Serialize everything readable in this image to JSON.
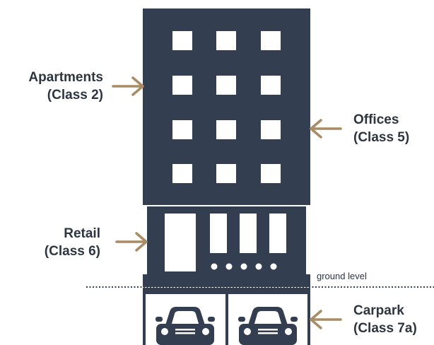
{
  "colors": {
    "building": "#333e50",
    "window": "#ffffff",
    "arrow": "#a98b64",
    "text": "#2c3540",
    "ground_line": "#333e50"
  },
  "labels": {
    "apartments": {
      "name": "Apartments",
      "class": "(Class 2)"
    },
    "offices": {
      "name": "Offices",
      "class": "(Class 5)"
    },
    "retail": {
      "name": "Retail",
      "class": "(Class 6)"
    },
    "carpark": {
      "name": "Carpark",
      "class": "(Class 7a)"
    }
  },
  "ground_level": "ground level",
  "icons": [
    "arrow-right-icon",
    "arrow-left-icon",
    "car-icon"
  ]
}
